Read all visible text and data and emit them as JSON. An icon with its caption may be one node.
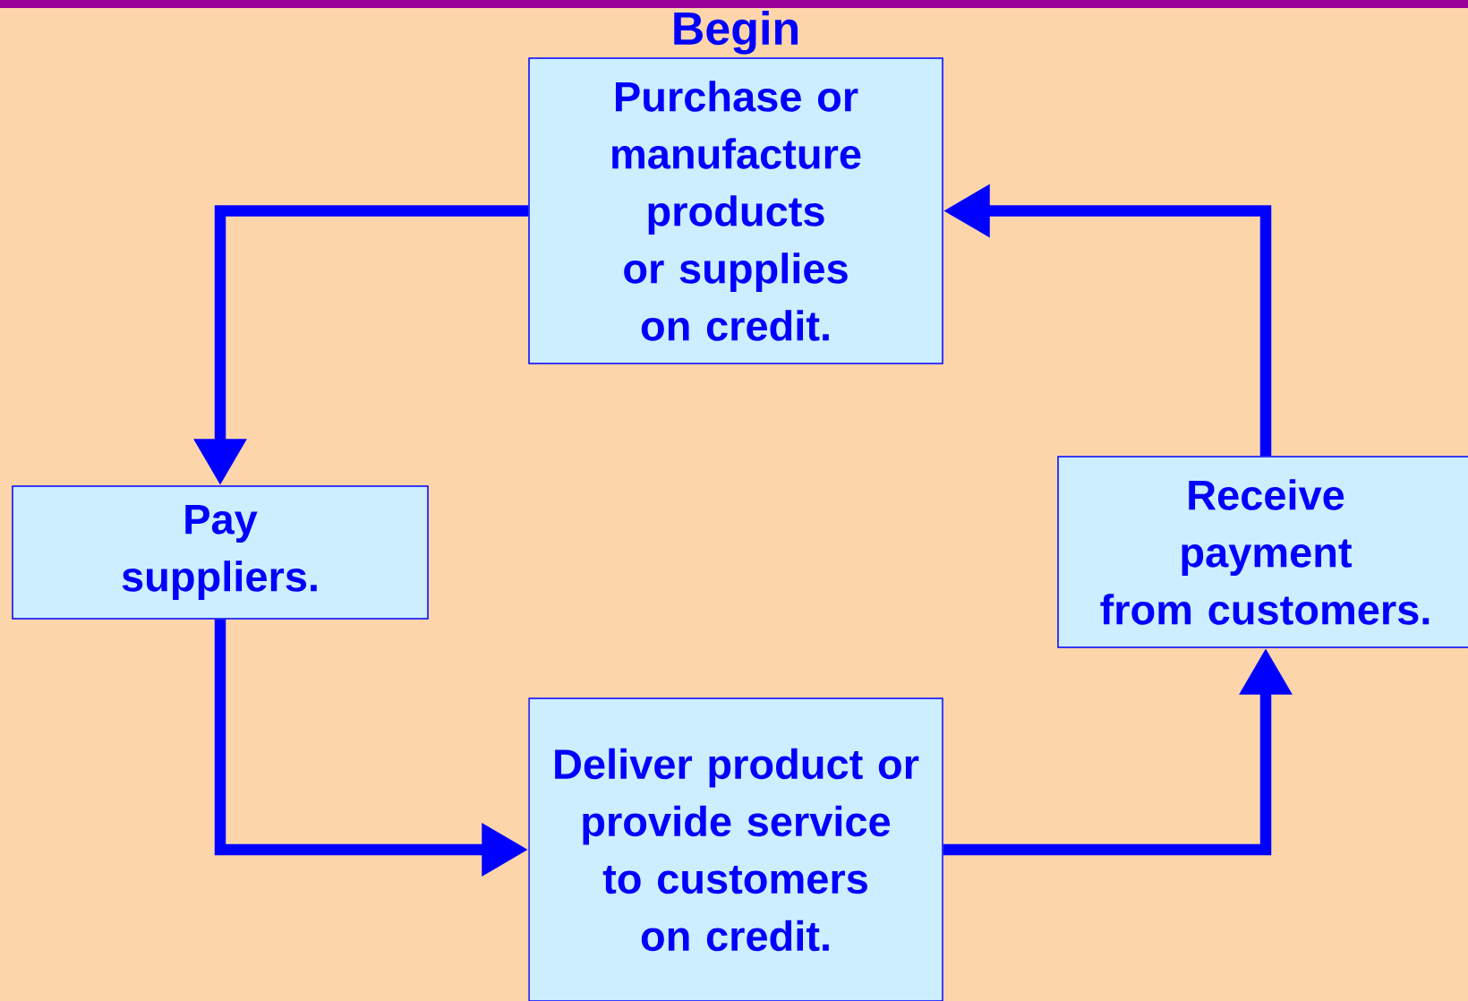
{
  "diagram": {
    "nodes": [
      {
        "text": [
          "Begin",
          "Purchase or manufacture products or supplies on credit."
        ]
      },
      {
        "text": [
          "Pay suppliers."
        ]
      },
      {
        "text": [
          "Deliver product or provide service to customers on credit."
        ]
      },
      {
        "text": [
          "Receive payment from customers."
        ]
      }
    ],
    "edges": [
      {
        "from": 0,
        "to": 1,
        "arrow": "to"
      },
      {
        "from": 1,
        "to": 2,
        "arrow": "to"
      },
      {
        "from": 2,
        "to": 3,
        "arrow": "to"
      },
      {
        "from": 3,
        "to": 0,
        "arrow": "to"
      }
    ]
  }
}
